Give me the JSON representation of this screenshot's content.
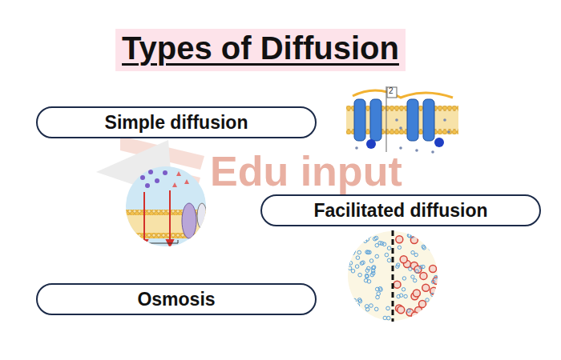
{
  "diagram": {
    "title": "Types of Diffusion",
    "nodes": [
      {
        "text": [
          "Simple diffusion"
        ]
      },
      {
        "text": [
          "Facilitated diffusion"
        ]
      },
      {
        "text": [
          "Osmosis"
        ]
      }
    ],
    "labels": [
      "2",
      "Edu input"
    ]
  }
}
